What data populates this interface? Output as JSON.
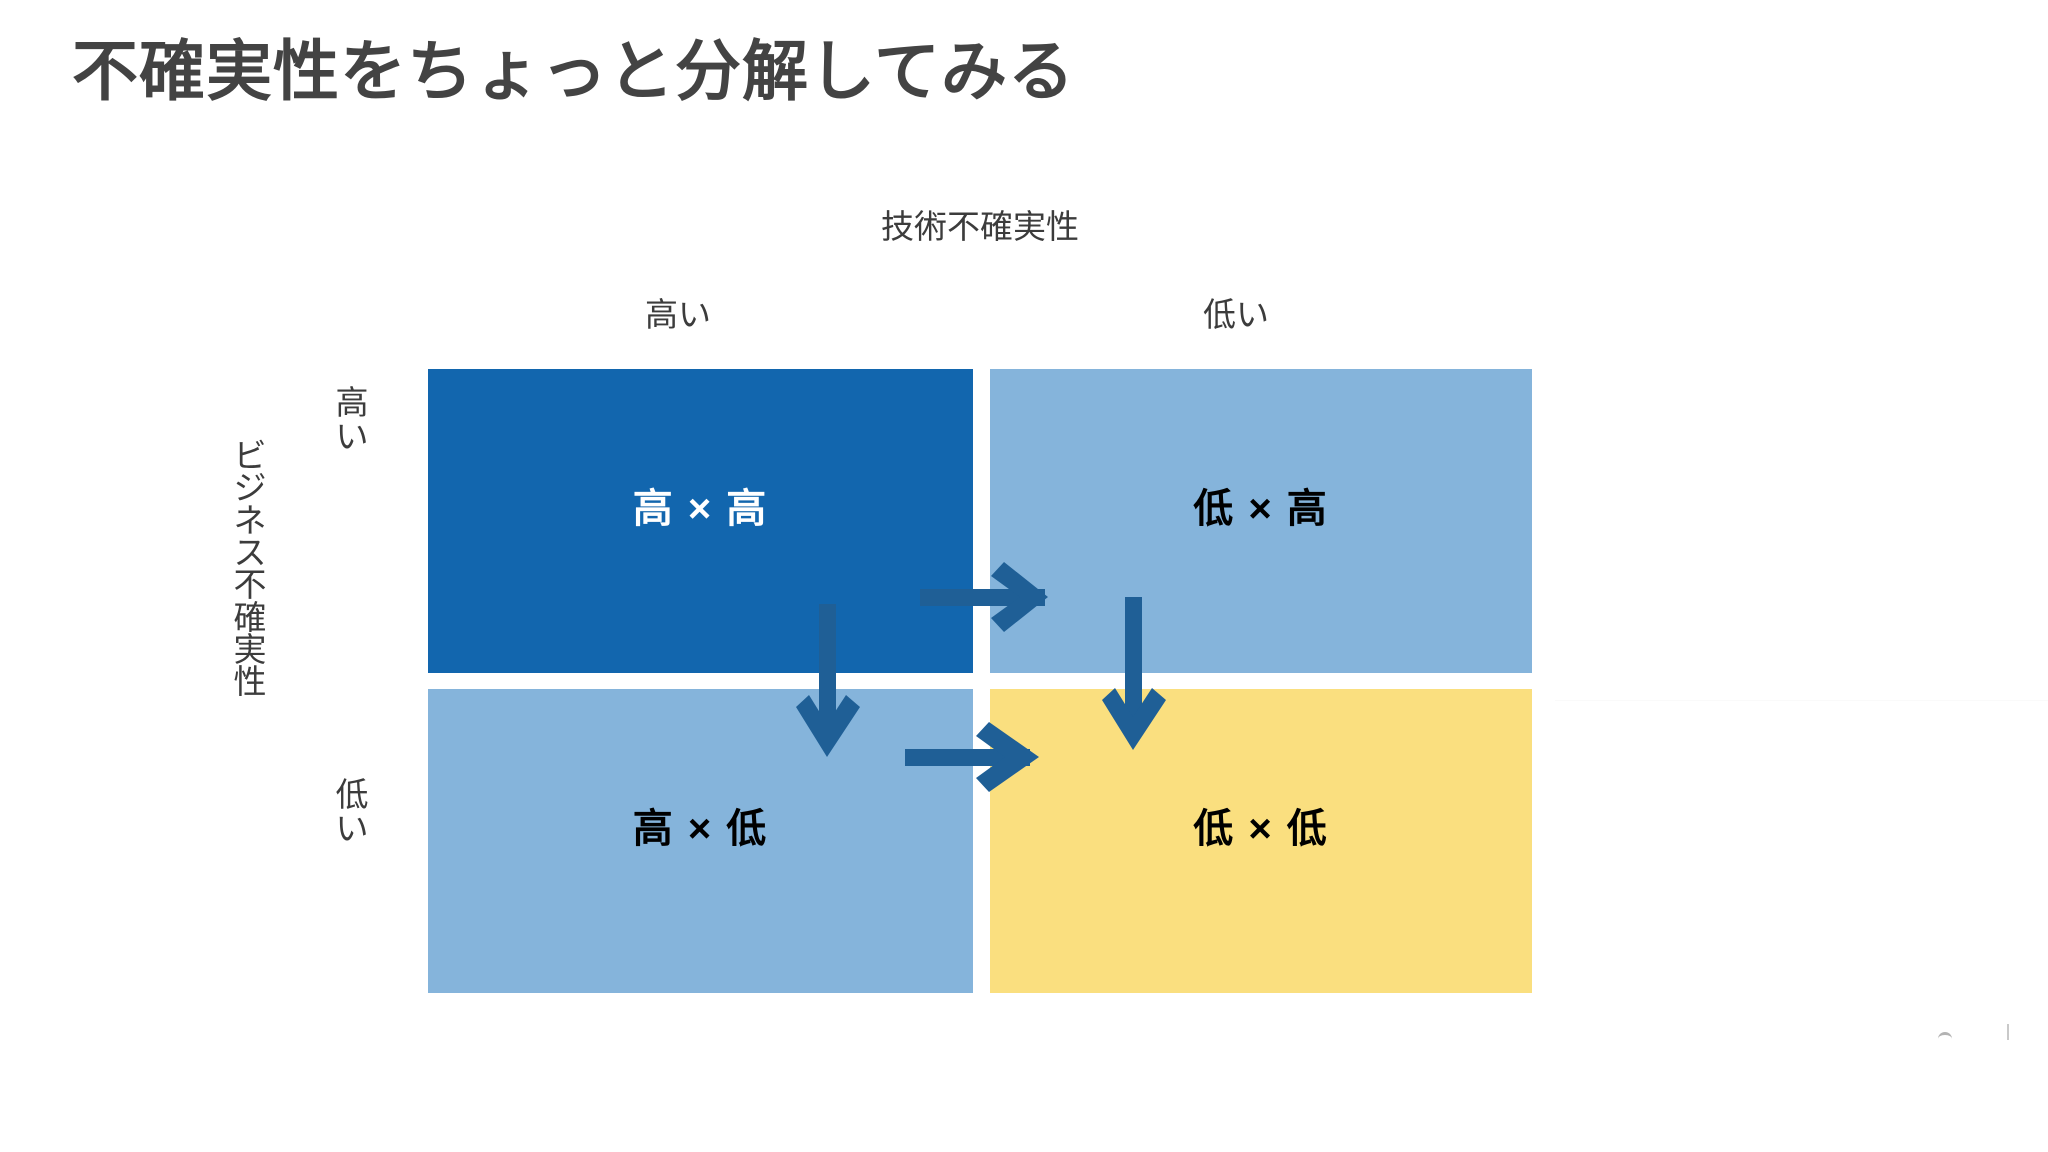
{
  "slide": {
    "title": "不確実性をちょっと分解してみる",
    "title_color": "#434343",
    "background": "#ffffff"
  },
  "matrix": {
    "x_axis_label": "技術不確実性",
    "y_axis_label": "ビジネス不確実性",
    "y_axis_label_chars": [
      "ビ",
      "ジ",
      "ネ",
      "ス",
      "不",
      "確",
      "実",
      "性"
    ],
    "column_headers": [
      {
        "label": "高い",
        "position": "left"
      },
      {
        "label": "低い",
        "position": "right"
      }
    ],
    "row_headers": [
      {
        "label": "高い",
        "chars": [
          "高",
          "い"
        ],
        "position": "top"
      },
      {
        "label": "低い",
        "chars": [
          "低",
          "い"
        ],
        "position": "bottom"
      }
    ],
    "cells": [
      {
        "id": "high-high",
        "label": "高 × 高",
        "fill": "#1266ae",
        "text_color": "#ffffff",
        "row": "high",
        "col": "high"
      },
      {
        "id": "low-high",
        "label": "低 × 高",
        "fill": "#85b4db",
        "text_color": "#000000",
        "row": "high",
        "col": "low"
      },
      {
        "id": "high-low",
        "label": "高 × 低",
        "fill": "#85b4db",
        "text_color": "#000000",
        "row": "low",
        "col": "high"
      },
      {
        "id": "low-low",
        "label": "低 × 低",
        "fill": "#fadf7f",
        "text_color": "#000000",
        "row": "low",
        "col": "low"
      }
    ],
    "arrow_color": "#1f5f96",
    "arrows": [
      {
        "id": "arrow-right-top",
        "direction": "right",
        "from": "high-high",
        "to": "low-high"
      },
      {
        "id": "arrow-down-left",
        "direction": "down",
        "from": "high-high",
        "to": "high-low"
      },
      {
        "id": "arrow-down-right",
        "direction": "down",
        "from": "low-high",
        "to": "low-low"
      },
      {
        "id": "arrow-right-bottom",
        "direction": "right",
        "from": "high-low",
        "to": "low-low"
      }
    ]
  }
}
